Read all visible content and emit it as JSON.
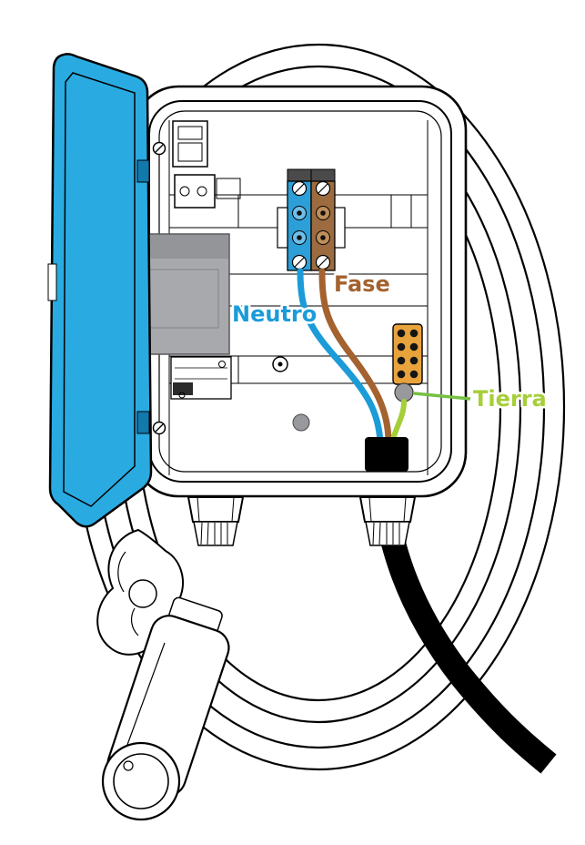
{
  "diagram": {
    "labels": {
      "fase": "Fase",
      "neutro": "Neutro",
      "tierra": "Tierra"
    },
    "colors": {
      "cover_blue": "#29ABE2",
      "cover_blue_dark": "#1279AD",
      "neutro_blue": "#1B9CD8",
      "fase_brown": "#A3622F",
      "tierra_green": "#A6CE39",
      "tierra_leader_green": "#76C043",
      "terminal_blue": "#2D9FD8",
      "terminal_blue_light": "#6FC0E8",
      "terminal_brown": "#9C6B3F",
      "terminal_brown_light": "#BE8F5B",
      "terminal_cap_dark": "#4A4A4A",
      "earth_terminal_orange": "#E8A33D",
      "cable_black": "#000000",
      "contactor_gray": "#A7A9AC",
      "contactor_gray_dark": "#939598",
      "metal_gray": "#97999C"
    }
  }
}
